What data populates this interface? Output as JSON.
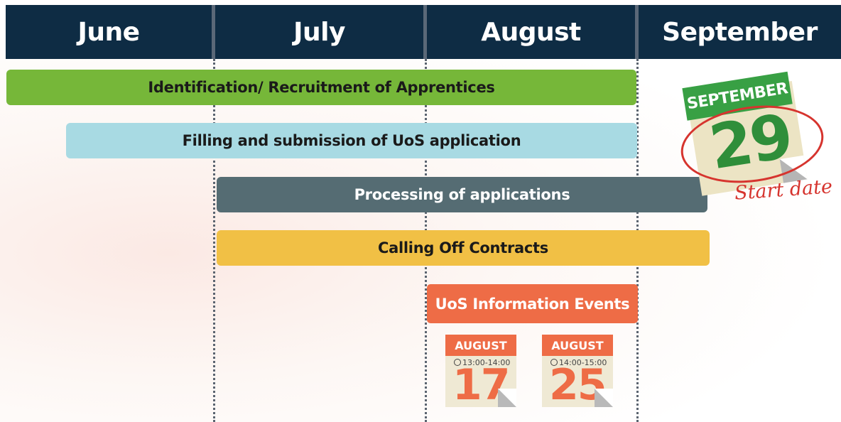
{
  "months": [
    "June",
    "July",
    "August",
    "September"
  ],
  "activities": [
    {
      "label": "Identification/ Recruitment of Apprentices",
      "color": "#76b739",
      "text_color": "#1a1a1a"
    },
    {
      "label": "Filling and submission of UoS application",
      "color": "#a8dae3",
      "text_color": "#1a1a1a"
    },
    {
      "label": "Processing of applications",
      "color": "#556c73",
      "text_color": "#ffffff"
    },
    {
      "label": "Calling Off Contracts",
      "color": "#f1c045",
      "text_color": "#1a1a1a"
    },
    {
      "label": "UoS Information Events",
      "color": "#ee6c46",
      "text_color": "#ffffff"
    }
  ],
  "events": [
    {
      "month": "AUGUST",
      "time": "13:00-14:00",
      "day": "17"
    },
    {
      "month": "AUGUST",
      "time": "14:00-15:00",
      "day": "25"
    }
  ],
  "start": {
    "month": "SEPTEMBER",
    "day": "29",
    "caption": "Start date"
  },
  "colors": {
    "header": "#0e2c44",
    "accent_green": "#38a044",
    "accent_red": "#d6342e",
    "accent_orange": "#ee6c46"
  }
}
